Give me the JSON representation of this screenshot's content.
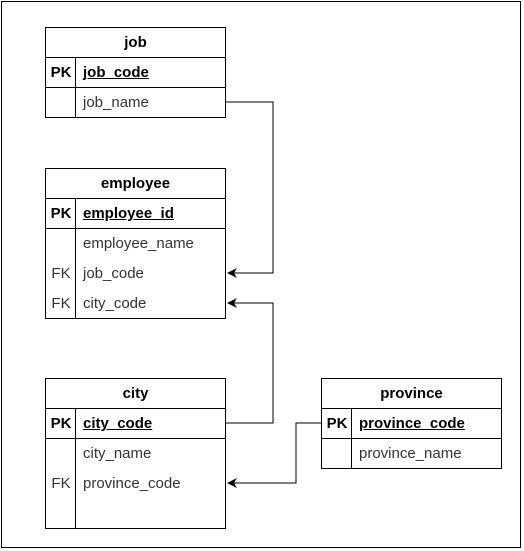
{
  "diagram": {
    "tables": [
      {
        "id": "job",
        "name": "job",
        "primary": {
          "key": "PK",
          "field": "job_code"
        },
        "attributes": [
          {
            "key": "",
            "field": "job_name"
          }
        ]
      },
      {
        "id": "employee",
        "name": "employee",
        "primary": {
          "key": "PK",
          "field": "employee_id"
        },
        "attributes": [
          {
            "key": "",
            "field": "employee_name"
          },
          {
            "key": "FK",
            "field": "job_code"
          },
          {
            "key": "FK",
            "field": "city_code"
          }
        ]
      },
      {
        "id": "city",
        "name": "city",
        "primary": {
          "key": "PK",
          "field": "city_code"
        },
        "attributes": [
          {
            "key": "",
            "field": "city_name"
          },
          {
            "key": "FK",
            "field": "province_code"
          }
        ]
      },
      {
        "id": "province",
        "name": "province",
        "primary": {
          "key": "PK",
          "field": "province_code"
        },
        "attributes": [
          {
            "key": "",
            "field": "province_name"
          }
        ]
      }
    ],
    "relationships": [
      {
        "from": "job.job_name",
        "to": "employee.job_code"
      },
      {
        "from": "city.city_code",
        "to": "employee.city_code"
      },
      {
        "from": "province.province_code",
        "to": "city.province_code"
      }
    ]
  }
}
